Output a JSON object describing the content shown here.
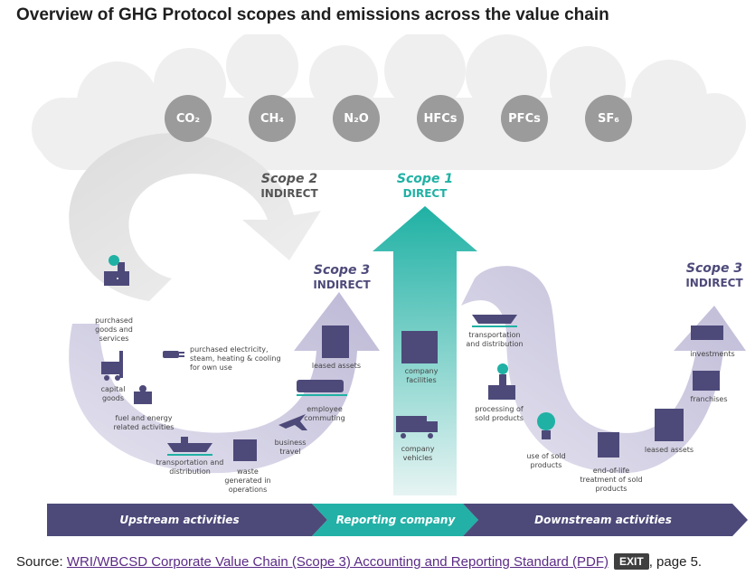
{
  "title": "Overview of GHG Protocol scopes and emissions across the value chain",
  "gases": [
    "CO₂",
    "CH₄",
    "N₂O",
    "HFCs",
    "PFCs",
    "SF₆"
  ],
  "scopes": {
    "scope2": {
      "num": "Scope 2",
      "kind": "INDIRECT"
    },
    "scope1": {
      "num": "Scope 1",
      "kind": "DIRECT"
    },
    "scope3_up": {
      "num": "Scope 3",
      "kind": "INDIRECT"
    },
    "scope3_down": {
      "num": "Scope 3",
      "kind": "INDIRECT"
    }
  },
  "labels": {
    "purchased_goods": "purchased goods and services",
    "purchased_electricity": "purchased electricity, steam, heating & cooling for own use",
    "capital_goods": "capital goods",
    "fuel_energy": "fuel and energy related activities",
    "transport_up": "transportation and distribution",
    "waste": "waste generated in operations",
    "business_travel": "business travel",
    "employee_commuting": "employee commuting",
    "leased_assets_up": "leased assets",
    "company_facilities": "company facilities",
    "company_vehicles": "company vehicles",
    "transport_down": "transportation and distribution",
    "processing": "processing of sold products",
    "use_of_sold": "use of sold products",
    "end_of_life": "end-of-life treatment of sold products",
    "leased_assets_down": "leased assets",
    "franchises": "franchises",
    "investments": "investments"
  },
  "bands": {
    "upstream": "Upstream activities",
    "reporting": "Reporting company",
    "downstream": "Downstream activities"
  },
  "colors": {
    "scope2": "#8a8a8a",
    "scope1": "#1fb1a4",
    "scope3": "#4d4a7a",
    "band_dark": "#4d4a7a",
    "band_teal": "#23b0a6"
  },
  "source": {
    "prefix": "Source: ",
    "link": "WRI/WBCSD Corporate Value Chain (Scope 3) Accounting and Reporting Standard (PDF)",
    "exit": "EXIT",
    "suffix": ", page 5."
  }
}
